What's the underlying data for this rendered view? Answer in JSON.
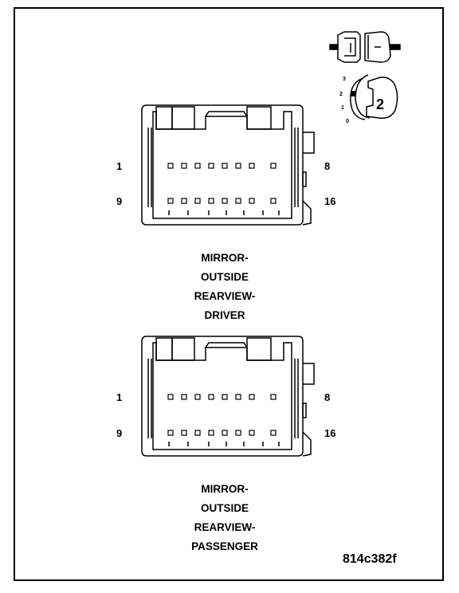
{
  "figure_id": "814c382f",
  "legend": {
    "positions": [
      "3",
      "2",
      "1",
      "0"
    ],
    "number": "2"
  },
  "connectors": [
    {
      "caption": [
        "MIRROR-",
        "OUTSIDE",
        "REARVIEW-",
        "DRIVER"
      ],
      "pin_labels": {
        "top_left": "1",
        "top_right": "8",
        "bottom_left": "9",
        "bottom_right": "16"
      }
    },
    {
      "caption": [
        "MIRROR-",
        "OUTSIDE",
        "REARVIEW-",
        "PASSENGER"
      ],
      "pin_labels": {
        "top_left": "1",
        "top_right": "8",
        "bottom_left": "9",
        "bottom_right": "16"
      }
    }
  ]
}
